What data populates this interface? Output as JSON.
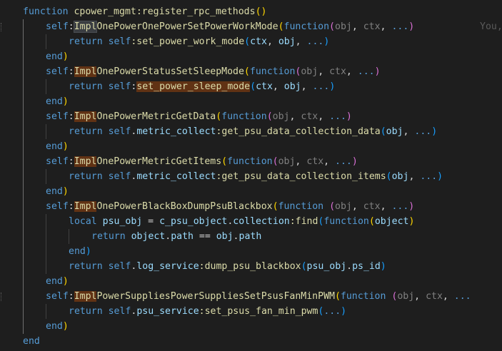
{
  "editor": {
    "lines": [
      {
        "indent": 0,
        "tokens": [
          {
            "t": "function",
            "c": "kw"
          },
          {
            "t": " ",
            "c": "pl"
          },
          {
            "t": "cpower_mgmt:register_rpc_methods",
            "c": "fn"
          },
          {
            "t": "()",
            "c": "b1"
          }
        ]
      },
      {
        "indent": 1,
        "tokens": [
          {
            "t": "self",
            "c": "kw"
          },
          {
            "t": ":",
            "c": "pl"
          },
          {
            "t": "Impl",
            "c": "fn",
            "h": "hl-word"
          },
          {
            "t": "OnePowerOnePowerSetPowerWorkMode",
            "c": "fn"
          },
          {
            "t": "(",
            "c": "b1"
          },
          {
            "t": "function",
            "c": "kw"
          },
          {
            "t": "(",
            "c": "b2"
          },
          {
            "t": "obj",
            "c": "dim"
          },
          {
            "t": ", ",
            "c": "pl"
          },
          {
            "t": "ctx",
            "c": "dim"
          },
          {
            "t": ", ",
            "c": "pl"
          },
          {
            "t": "...",
            "c": "kw"
          },
          {
            "t": ")",
            "c": "b2"
          }
        ],
        "blame": "You,"
      },
      {
        "indent": 2,
        "tokens": [
          {
            "t": "return",
            "c": "kw"
          },
          {
            "t": " ",
            "c": "pl"
          },
          {
            "t": "self",
            "c": "kw"
          },
          {
            "t": ":set_power_work_mode",
            "c": "fn"
          },
          {
            "t": "(",
            "c": "b3"
          },
          {
            "t": "ctx",
            "c": "pm"
          },
          {
            "t": ", ",
            "c": "pl"
          },
          {
            "t": "obj",
            "c": "pm"
          },
          {
            "t": ", ",
            "c": "pl"
          },
          {
            "t": "...",
            "c": "kw"
          },
          {
            "t": ")",
            "c": "b3"
          }
        ]
      },
      {
        "indent": 1,
        "tokens": [
          {
            "t": "end",
            "c": "kw"
          },
          {
            "t": ")",
            "c": "b1"
          }
        ]
      },
      {
        "indent": 1,
        "tokens": [
          {
            "t": "self",
            "c": "kw"
          },
          {
            "t": ":",
            "c": "pl"
          },
          {
            "t": "Impl",
            "c": "fn",
            "h": "hl-ref"
          },
          {
            "t": "OnePowerStatusSetSleepMode",
            "c": "fn"
          },
          {
            "t": "(",
            "c": "b1"
          },
          {
            "t": "function",
            "c": "kw"
          },
          {
            "t": "(",
            "c": "b2"
          },
          {
            "t": "obj",
            "c": "dim"
          },
          {
            "t": ", ",
            "c": "pl"
          },
          {
            "t": "ctx",
            "c": "dim"
          },
          {
            "t": ", ",
            "c": "pl"
          },
          {
            "t": "...",
            "c": "kw"
          },
          {
            "t": ")",
            "c": "b2"
          }
        ]
      },
      {
        "indent": 2,
        "tokens": [
          {
            "t": "return",
            "c": "kw"
          },
          {
            "t": " ",
            "c": "pl"
          },
          {
            "t": "self",
            "c": "kw"
          },
          {
            "t": ":",
            "c": "pl"
          },
          {
            "t": "set_power_sleep_mode",
            "c": "fn",
            "h": "hl-ref"
          },
          {
            "t": "(",
            "c": "b3"
          },
          {
            "t": "ctx",
            "c": "pm"
          },
          {
            "t": ", ",
            "c": "pl"
          },
          {
            "t": "obj",
            "c": "pm"
          },
          {
            "t": ", ",
            "c": "pl"
          },
          {
            "t": "...",
            "c": "kw"
          },
          {
            "t": ")",
            "c": "b3"
          }
        ]
      },
      {
        "indent": 1,
        "tokens": [
          {
            "t": "end",
            "c": "kw"
          },
          {
            "t": ")",
            "c": "b1"
          }
        ]
      },
      {
        "indent": 1,
        "tokens": [
          {
            "t": "self",
            "c": "kw"
          },
          {
            "t": ":",
            "c": "pl"
          },
          {
            "t": "Impl",
            "c": "fn",
            "h": "hl-ref"
          },
          {
            "t": "OnePowerMetricGetData",
            "c": "fn"
          },
          {
            "t": "(",
            "c": "b1"
          },
          {
            "t": "function",
            "c": "kw"
          },
          {
            "t": "(",
            "c": "b2"
          },
          {
            "t": "obj",
            "c": "dim"
          },
          {
            "t": ", ",
            "c": "pl"
          },
          {
            "t": "ctx",
            "c": "dim"
          },
          {
            "t": ", ",
            "c": "pl"
          },
          {
            "t": "...",
            "c": "kw"
          },
          {
            "t": ")",
            "c": "b2"
          }
        ]
      },
      {
        "indent": 2,
        "tokens": [
          {
            "t": "return",
            "c": "kw"
          },
          {
            "t": " ",
            "c": "pl"
          },
          {
            "t": "self",
            "c": "kw"
          },
          {
            "t": ".",
            "c": "pl"
          },
          {
            "t": "metric_collect",
            "c": "pm"
          },
          {
            "t": ":get_psu_data_collection_data",
            "c": "fn"
          },
          {
            "t": "(",
            "c": "b3"
          },
          {
            "t": "obj",
            "c": "pm"
          },
          {
            "t": ", ",
            "c": "pl"
          },
          {
            "t": "...",
            "c": "kw"
          },
          {
            "t": ")",
            "c": "b3"
          }
        ]
      },
      {
        "indent": 1,
        "tokens": [
          {
            "t": "end",
            "c": "kw"
          },
          {
            "t": ")",
            "c": "b1"
          }
        ]
      },
      {
        "indent": 1,
        "tokens": [
          {
            "t": "self",
            "c": "kw"
          },
          {
            "t": ":",
            "c": "pl"
          },
          {
            "t": "Impl",
            "c": "fn",
            "h": "hl-ref"
          },
          {
            "t": "OnePowerMetricGetItems",
            "c": "fn"
          },
          {
            "t": "(",
            "c": "b1"
          },
          {
            "t": "function",
            "c": "kw"
          },
          {
            "t": "(",
            "c": "b2"
          },
          {
            "t": "obj",
            "c": "dim"
          },
          {
            "t": ", ",
            "c": "pl"
          },
          {
            "t": "ctx",
            "c": "dim"
          },
          {
            "t": ", ",
            "c": "pl"
          },
          {
            "t": "...",
            "c": "kw"
          },
          {
            "t": ")",
            "c": "b2"
          }
        ]
      },
      {
        "indent": 2,
        "tokens": [
          {
            "t": "return",
            "c": "kw"
          },
          {
            "t": " ",
            "c": "pl"
          },
          {
            "t": "self",
            "c": "kw"
          },
          {
            "t": ".",
            "c": "pl"
          },
          {
            "t": "metric_collect",
            "c": "pm"
          },
          {
            "t": ":get_psu_data_collection_items",
            "c": "fn"
          },
          {
            "t": "(",
            "c": "b3"
          },
          {
            "t": "obj",
            "c": "pm"
          },
          {
            "t": ", ",
            "c": "pl"
          },
          {
            "t": "...",
            "c": "kw"
          },
          {
            "t": ")",
            "c": "b3"
          }
        ]
      },
      {
        "indent": 1,
        "tokens": [
          {
            "t": "end",
            "c": "kw"
          },
          {
            "t": ")",
            "c": "b1"
          }
        ]
      },
      {
        "indent": 1,
        "tokens": [
          {
            "t": "self",
            "c": "kw"
          },
          {
            "t": ":",
            "c": "pl"
          },
          {
            "t": "Impl",
            "c": "fn",
            "h": "hl-ref"
          },
          {
            "t": "OnePowerBlackBoxDumpPsuBlackbox",
            "c": "fn"
          },
          {
            "t": "(",
            "c": "b1"
          },
          {
            "t": "function",
            "c": "kw"
          },
          {
            "t": " ",
            "c": "pl"
          },
          {
            "t": "(",
            "c": "b2"
          },
          {
            "t": "obj",
            "c": "dim"
          },
          {
            "t": ", ",
            "c": "pl"
          },
          {
            "t": "ctx",
            "c": "dim"
          },
          {
            "t": ", ",
            "c": "pl"
          },
          {
            "t": "...",
            "c": "kw"
          },
          {
            "t": ")",
            "c": "b2"
          }
        ]
      },
      {
        "indent": 2,
        "tokens": [
          {
            "t": "local",
            "c": "kw"
          },
          {
            "t": " ",
            "c": "pl"
          },
          {
            "t": "psu_obj",
            "c": "pm"
          },
          {
            "t": " = ",
            "c": "pl"
          },
          {
            "t": "c_psu_object",
            "c": "pm"
          },
          {
            "t": ".",
            "c": "pl"
          },
          {
            "t": "collection",
            "c": "pm"
          },
          {
            "t": ":find",
            "c": "fn"
          },
          {
            "t": "(",
            "c": "b3"
          },
          {
            "t": "function",
            "c": "kw"
          },
          {
            "t": "(",
            "c": "b1"
          },
          {
            "t": "object",
            "c": "pm"
          },
          {
            "t": ")",
            "c": "b1"
          }
        ]
      },
      {
        "indent": 3,
        "tokens": [
          {
            "t": "return",
            "c": "kw"
          },
          {
            "t": " ",
            "c": "pl"
          },
          {
            "t": "object",
            "c": "pm"
          },
          {
            "t": ".",
            "c": "pl"
          },
          {
            "t": "path",
            "c": "pm"
          },
          {
            "t": " == ",
            "c": "pl"
          },
          {
            "t": "obj",
            "c": "pm"
          },
          {
            "t": ".",
            "c": "pl"
          },
          {
            "t": "path",
            "c": "pm"
          }
        ]
      },
      {
        "indent": 2,
        "tokens": [
          {
            "t": "end",
            "c": "kw"
          },
          {
            "t": ")",
            "c": "b3"
          }
        ]
      },
      {
        "indent": 2,
        "tokens": [
          {
            "t": "return",
            "c": "kw"
          },
          {
            "t": " ",
            "c": "pl"
          },
          {
            "t": "self",
            "c": "kw"
          },
          {
            "t": ".",
            "c": "pl"
          },
          {
            "t": "log_service",
            "c": "pm"
          },
          {
            "t": ":dump_psu_blackbox",
            "c": "fn"
          },
          {
            "t": "(",
            "c": "b3"
          },
          {
            "t": "psu_obj",
            "c": "pm"
          },
          {
            "t": ".",
            "c": "pl"
          },
          {
            "t": "ps_id",
            "c": "pm"
          },
          {
            "t": ")",
            "c": "b3"
          }
        ]
      },
      {
        "indent": 1,
        "tokens": [
          {
            "t": "end",
            "c": "kw"
          },
          {
            "t": ")",
            "c": "b1"
          }
        ]
      },
      {
        "indent": 1,
        "tokens": [
          {
            "t": "self",
            "c": "kw"
          },
          {
            "t": ":",
            "c": "pl"
          },
          {
            "t": "Impl",
            "c": "fn",
            "h": "hl-ref"
          },
          {
            "t": "PowerSuppliesPowerSuppliesSetPsusFanMinPWM",
            "c": "fn"
          },
          {
            "t": "(",
            "c": "b1"
          },
          {
            "t": "function",
            "c": "kw"
          },
          {
            "t": " ",
            "c": "pl"
          },
          {
            "t": "(",
            "c": "b2"
          },
          {
            "t": "obj",
            "c": "dim"
          },
          {
            "t": ", ",
            "c": "pl"
          },
          {
            "t": "ctx",
            "c": "dim"
          },
          {
            "t": ", ",
            "c": "pl"
          },
          {
            "t": "...",
            "c": "kw"
          }
        ]
      },
      {
        "indent": 2,
        "tokens": [
          {
            "t": "return",
            "c": "kw"
          },
          {
            "t": " ",
            "c": "pl"
          },
          {
            "t": "self",
            "c": "kw"
          },
          {
            "t": ".",
            "c": "pl"
          },
          {
            "t": "psu_service",
            "c": "pm"
          },
          {
            "t": ":set_psus_fan_min_pwm",
            "c": "fn"
          },
          {
            "t": "(",
            "c": "b3"
          },
          {
            "t": "...",
            "c": "kw"
          },
          {
            "t": ")",
            "c": "b3"
          }
        ]
      },
      {
        "indent": 1,
        "tokens": [
          {
            "t": "end",
            "c": "kw"
          },
          {
            "t": ")",
            "c": "b1"
          }
        ]
      },
      {
        "indent": 0,
        "tokens": [
          {
            "t": "end",
            "c": "kw"
          }
        ]
      }
    ],
    "gutter_marks": [
      1,
      19
    ]
  }
}
